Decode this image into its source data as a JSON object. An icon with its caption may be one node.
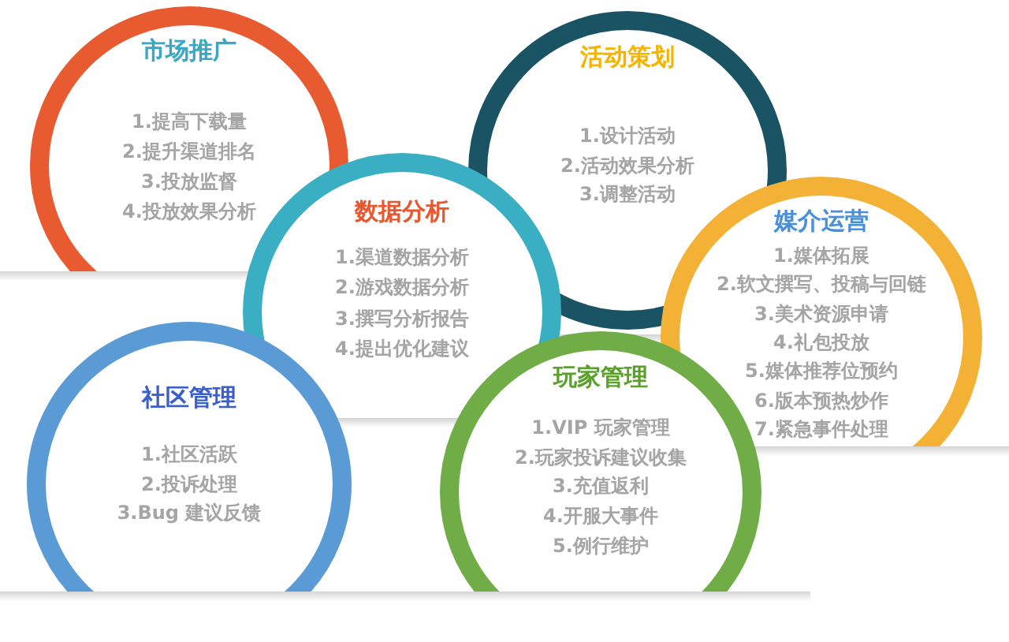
{
  "diagram": {
    "nodes": [
      {
        "text": [
          "市场推广",
          "1.提高下载量",
          "2.提升渠道排名",
          "3.投放监督",
          "4.投放效果分析"
        ]
      },
      {
        "text": [
          "活动策划",
          "1.设计活动",
          "2.活动效果分析",
          "3.调整活动"
        ]
      },
      {
        "text": [
          "数据分析",
          "1.渠道数据分析",
          "2.游戏数据分析",
          "3.撰写分析报告",
          "4.提出优化建议"
        ]
      },
      {
        "text": [
          "媒介运营",
          "1.媒体拓展",
          "2.软文撰写、投稿与回链",
          "3.美术资源申请",
          "4.礼包投放",
          "5.媒体推荐位预约",
          "6.版本预热炒作",
          "7.紧急事件处理"
        ]
      },
      {
        "text": [
          "社区管理",
          "1.社区活跃",
          "2.投诉处理",
          "3.Bug 建议反馈"
        ]
      },
      {
        "text": [
          "玩家管理",
          "1.VIP 玩家管理",
          "2.玩家投诉建议收集",
          "3.充值返利",
          "4.开服大事件",
          "5.例行维护"
        ]
      }
    ]
  }
}
